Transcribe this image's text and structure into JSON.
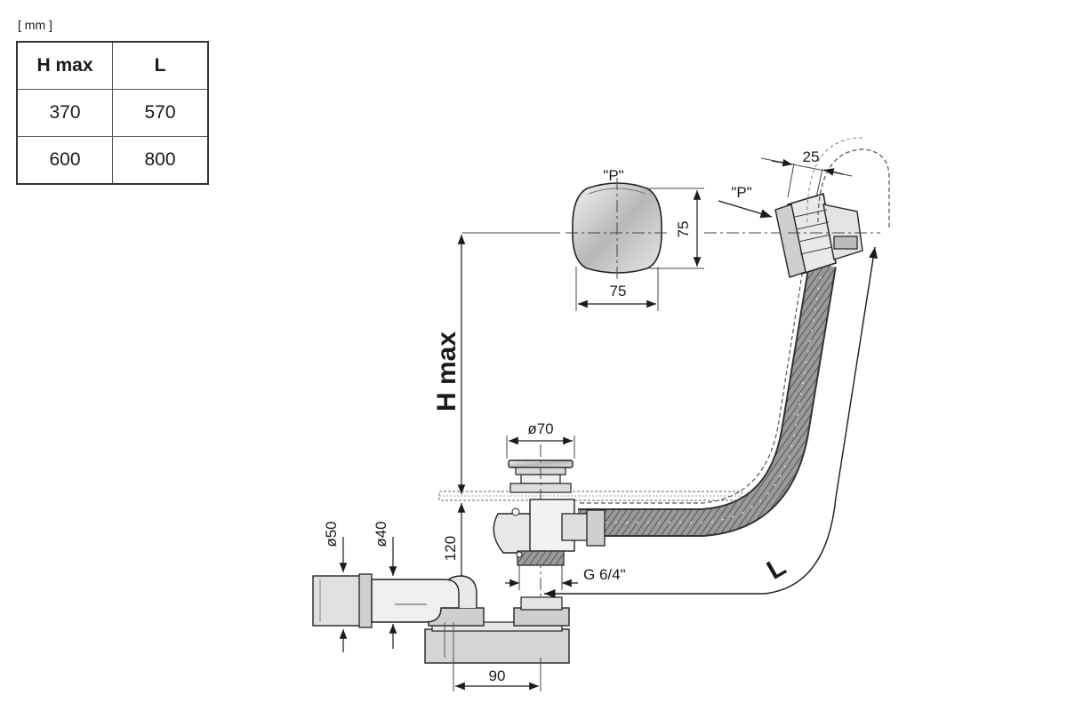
{
  "unit_label": "[ mm ]",
  "table": {
    "headers": [
      "H max",
      "L"
    ],
    "rows": [
      [
        "370",
        "570"
      ],
      [
        "600",
        "800"
      ]
    ]
  },
  "labels": {
    "p_left": "\"P\"",
    "p_right": "\"P\"",
    "dim_25": "25",
    "dim_75_vertical": "75",
    "dim_75_horizontal": "75",
    "h_max": "H max",
    "dim_70": "ø70",
    "dim_50": "ø50",
    "dim_40": "ø40",
    "dim_120": "120",
    "thread": "G 6/4\"",
    "dim_90": "90",
    "length": "L"
  }
}
